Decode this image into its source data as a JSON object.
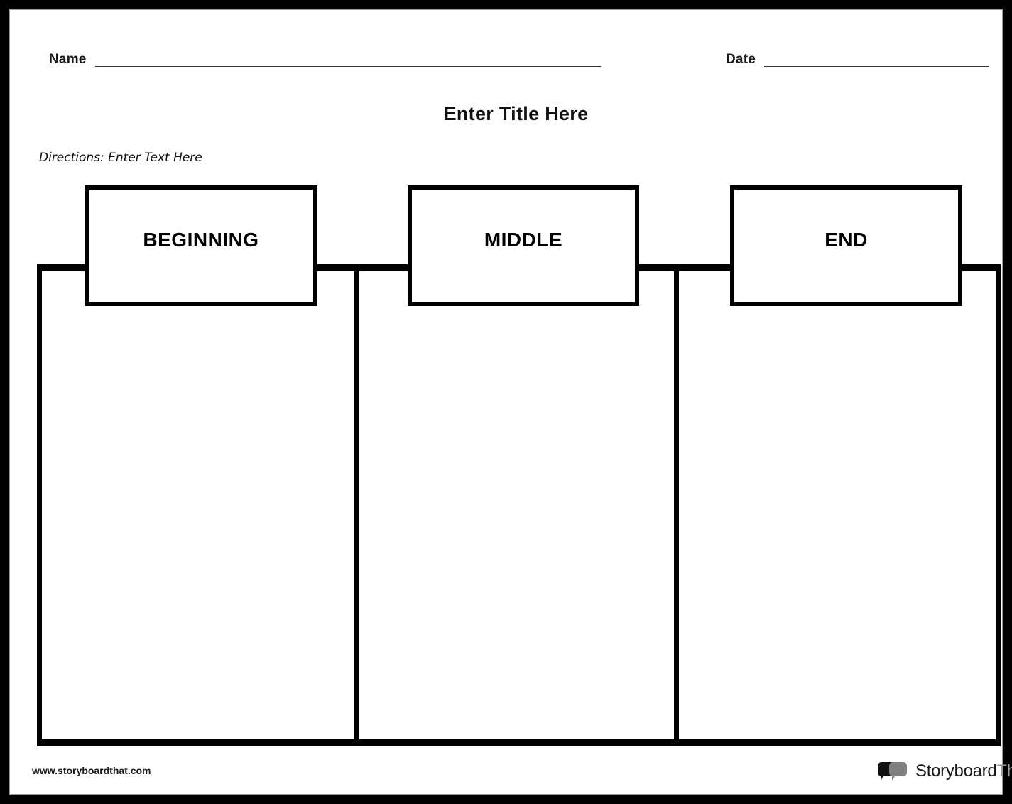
{
  "header": {
    "name_label": "Name",
    "name_value": "",
    "date_label": "Date",
    "date_value": ""
  },
  "title": "Enter Title Here",
  "directions": "Directions: Enter Text Here",
  "columns": [
    {
      "heading": "BEGINNING",
      "content": ""
    },
    {
      "heading": "MIDDLE",
      "content": ""
    },
    {
      "heading": "END",
      "content": ""
    }
  ],
  "footer": {
    "url": "www.storyboardthat.com",
    "logo_text_primary": "Storyboard",
    "logo_text_secondary": "That",
    "logo_icon": "speech-bubbles-icon"
  },
  "colors": {
    "ink": "#000000",
    "rule": "#333333",
    "page_border": "#000000",
    "inner_border": "#9a9a9a",
    "logo_gray": "#808080"
  }
}
